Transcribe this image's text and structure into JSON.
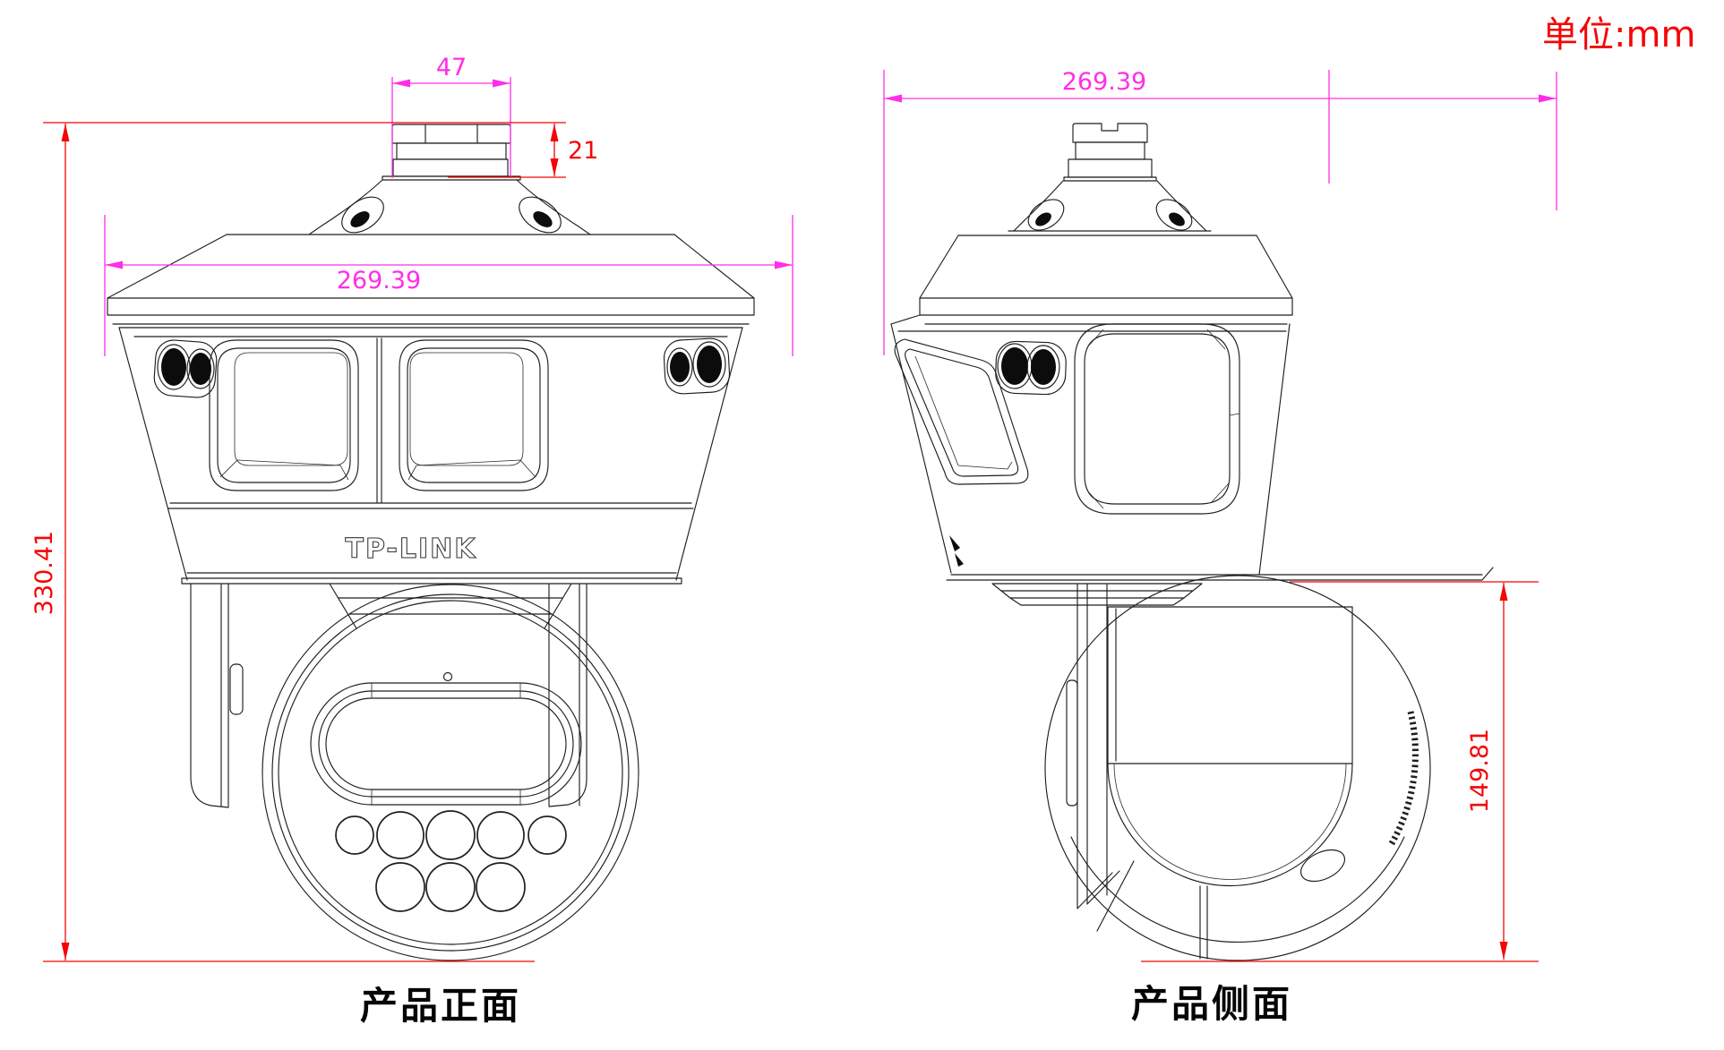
{
  "unit_note": "单位:mm",
  "front_view": {
    "label": "产品正面",
    "logo": "TP-LINK",
    "dimensions": {
      "cap_width": "47",
      "cap_height": "21",
      "width": "269.39",
      "total_height": "330.41"
    }
  },
  "side_view": {
    "label": "产品侧面",
    "dimensions": {
      "depth": "269.39",
      "ball_height": "149.81"
    }
  },
  "colors": {
    "width_dimension": "#ff2ee8",
    "height_dimension": "#f50505",
    "drawing_line": "#1f1f1f",
    "background": "#ffffff"
  }
}
